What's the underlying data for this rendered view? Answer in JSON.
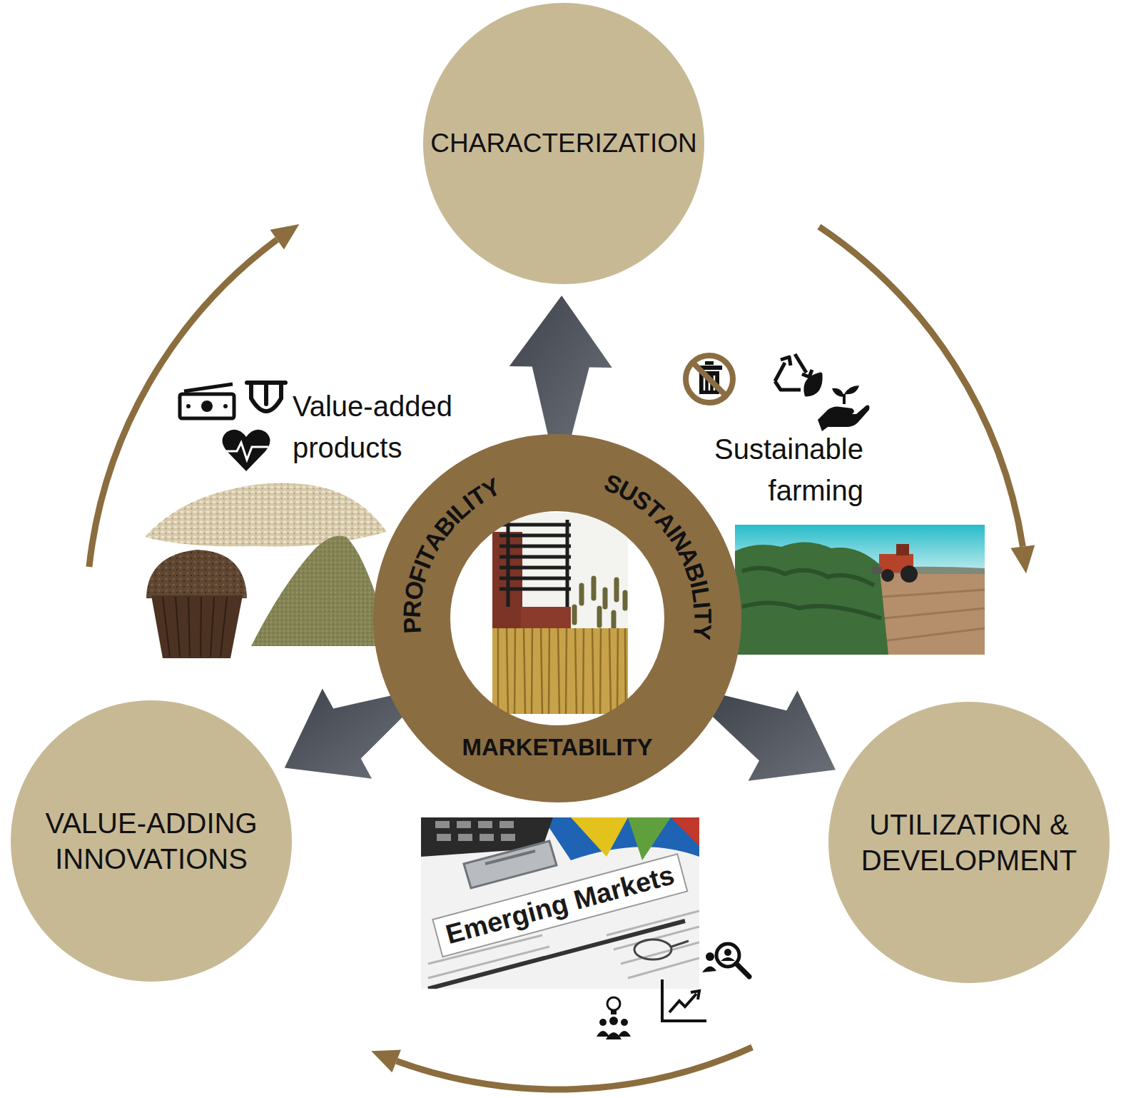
{
  "diagram": {
    "nodes": [
      {
        "text": [
          "CHARACTERIZATION"
        ]
      },
      {
        "text": [
          "PROFITABILITY",
          "SUSTAINABILITY",
          "MARKETABILITY"
        ]
      },
      {
        "text": [
          "VALUE-ADDING INNOVATIONS"
        ]
      },
      {
        "text": [
          "UTILIZATION & DEVELOPMENT"
        ]
      }
    ],
    "edges": [
      {
        "from": 0,
        "to": 3,
        "arrow": "to"
      },
      {
        "from": 3,
        "to": 2,
        "arrow": "to"
      },
      {
        "from": 2,
        "to": 0,
        "arrow": "to"
      },
      {
        "from": 1,
        "to": 0,
        "arrow": "to"
      },
      {
        "from": 1,
        "to": 2,
        "arrow": "to"
      },
      {
        "from": 1,
        "to": 3,
        "arrow": "to"
      }
    ],
    "labels": [
      "Value-added products",
      "Sustainable farming",
      "Emerging Markets"
    ]
  }
}
